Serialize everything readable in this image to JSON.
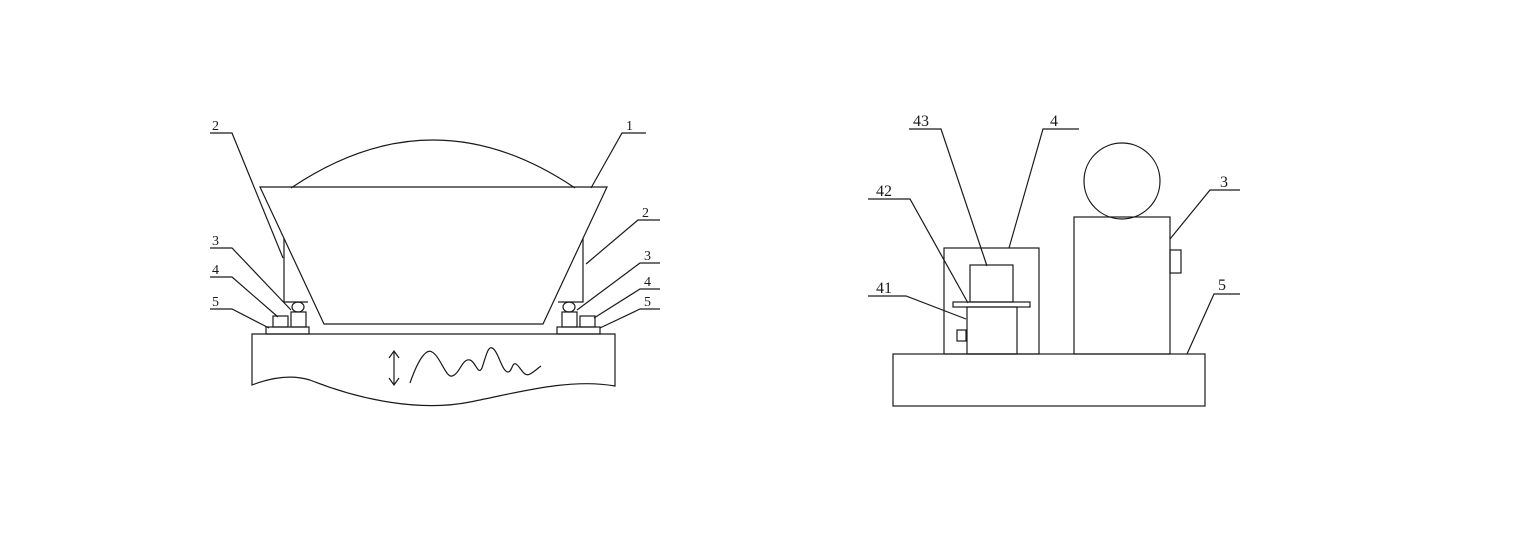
{
  "figure_left": {
    "labels": {
      "body": "1",
      "support_left": "2",
      "support_right": "2",
      "sensor_left": "3",
      "sensor_right": "3",
      "block_left": "4",
      "block_right": "4",
      "base_left": "5",
      "base_right": "5"
    }
  },
  "figure_right": {
    "labels": {
      "housing": "4",
      "top_block": "43",
      "plate": "42",
      "lower_block": "41",
      "sensor_unit": "3",
      "base": "5"
    }
  }
}
